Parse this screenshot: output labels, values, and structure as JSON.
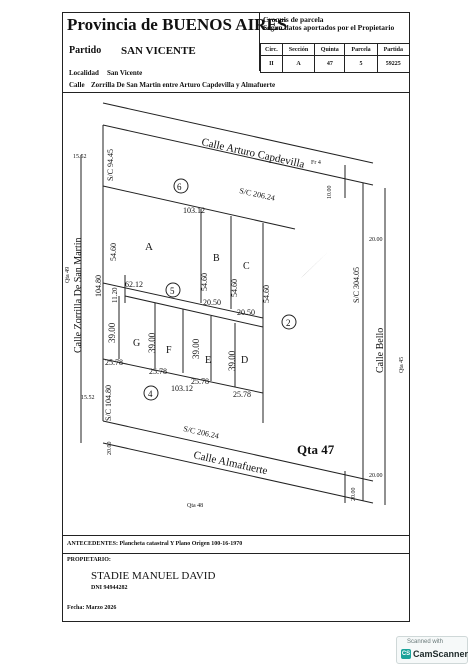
{
  "header": {
    "province": "Provincia de BUENOS AIRES",
    "partido_label": "Partido",
    "partido_value": "SAN VICENTE",
    "localidad_label": "Localidad",
    "localidad_value": "San Vicente",
    "calle_label": "Calle",
    "calle_value": "Zorrilla De San Martin entre Arturo Capdevilla y Almafuerte",
    "croquis_line1": "Croquis de parcela",
    "croquis_line2": "Segun datos aportados por el  Propietario"
  },
  "cadastre": {
    "columns": [
      "Circ.",
      "Sección",
      "Quinta",
      "Parcela",
      "Partida"
    ],
    "values": [
      "II",
      "A",
      "47",
      "5",
      "59225"
    ]
  },
  "plan": {
    "street_top": "Calle Arturo Capdevilla",
    "street_bottom": "Calle Almafuerte",
    "street_left": "Calle Zorrilla De San Martin",
    "street_right": "Calle Bello",
    "fr4": "Fr 4",
    "qta49": "Qta 49",
    "qta45": "Qta 45",
    "qta47": "Qta 47",
    "qta48": "Qta 48",
    "sc_top": "S/C 206.24",
    "sc_bottom": "S/C 206.24",
    "sc_left_top": "S/C 94.45",
    "sc_left_bottom": "S/C 104.80",
    "sc_right": "S/C 304.05",
    "lot_a": "A",
    "lot_b": "B",
    "lot_c": "C",
    "lot_d": "D",
    "lot_e": "E",
    "lot_f": "F",
    "lot_g": "G",
    "parcel_6": "6",
    "parcel_5": "5",
    "parcel_4": "4",
    "parcel_2": "2",
    "d_15_52a": "15.52",
    "d_15_52b": "15.52",
    "d_10_00": "10.00",
    "d_20_00a": "20.00",
    "d_20_00b": "20.00",
    "d_20_00c": "20.00",
    "d_20_00d": "20.00",
    "d_103_12a": "103.12",
    "d_103_12b": "103.12",
    "d_54_60a": "54.60",
    "d_54_60b": "54.60",
    "d_54_60c": "54.60",
    "d_54_60d": "54.60",
    "d_104_80": "104.80",
    "d_11_20": "11.20",
    "d_62_12": "62.12",
    "d_20_50a": "20.50",
    "d_20_50b": "20.50",
    "d_39_00a": "39.00",
    "d_39_00b": "39.00",
    "d_39_00c": "39.00",
    "d_39_00d": "39.00",
    "d_25_78a": "25.78",
    "d_25_78b": "25.78",
    "d_25_78c": "25.78",
    "d_25_78d": "25.78"
  },
  "footer": {
    "antecedentes": "ANTECEDENTES: Plancheta catastral Y Plano Origen 100-16-1970",
    "propietario_label": "PROPIETARIO:",
    "propietario_name": "STADIE MANUEL DAVID",
    "dni": "DNI 94944282",
    "fecha": "Fecha:  Marzo 2026"
  },
  "scanner": {
    "scanned_with": "Scanned with",
    "brand": "CamScanner",
    "brand_color": "#1aa39a"
  }
}
